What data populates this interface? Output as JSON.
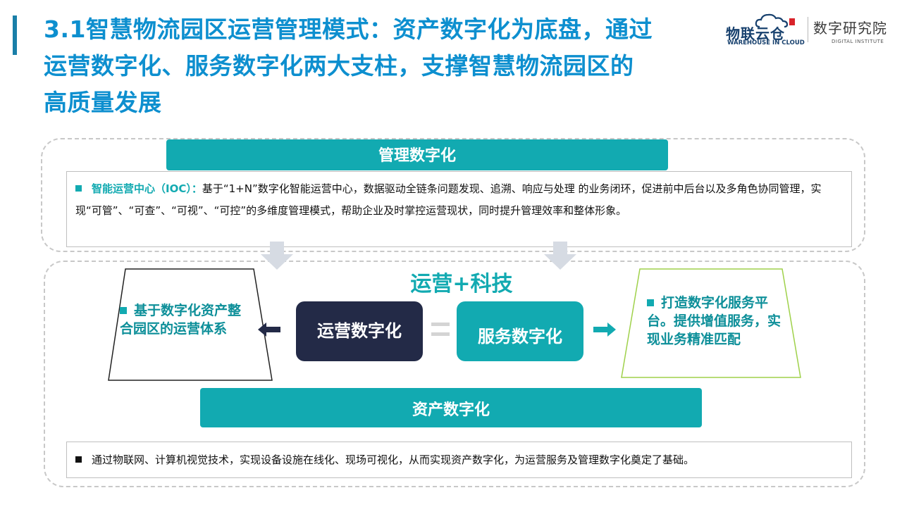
{
  "header": {
    "title_lines": [
      "3.1智慧物流园区运营管理模式：资产数字化为底盘，通过",
      "运营数字化、服务数字化两大支柱，支撑智慧物流园区的",
      "高质量发展"
    ]
  },
  "logos": {
    "wic_cn": "物联云仓",
    "wic_en": "WAREHOUSE IN CLOUD",
    "di_cn": "数字研究院",
    "di_en": "DIGITAL INSTITUTE"
  },
  "management": {
    "bar_label": "管理数字化",
    "highlight": "智能运营中心（IOC）：",
    "text": "基于“1+N”数字化智能运营中心，数据驱动全链条问题发现、追溯、响应与处理 的业务闭环，促进前中后台以及多角色协同管理，实现“可管”、“可查”、“可视”、“可控”的多维度管理模式，帮助企业及时掌控运营现状，同时提升管理效率和整体形象。"
  },
  "center": {
    "title": "运营+科技",
    "ops_label": "运营数字化",
    "svc_label": "服务数字化",
    "left_text": "基于数字化资产整合园区的运营体系",
    "right_text": "打造数字化服务平台。提供增值服务，实现业务精准匹配"
  },
  "asset": {
    "bar_label": "资产数字化",
    "text": "通过物联网、计算机视觉技术，实现设备设施在线化、现场可视化，从而实现资产数字化，为运营服务及管理数字化奠定了基础。"
  },
  "colors": {
    "teal": "#12aab1",
    "navy": "#232a47",
    "title_blue": "#0d8fcf",
    "lime": "#9fd14a"
  }
}
